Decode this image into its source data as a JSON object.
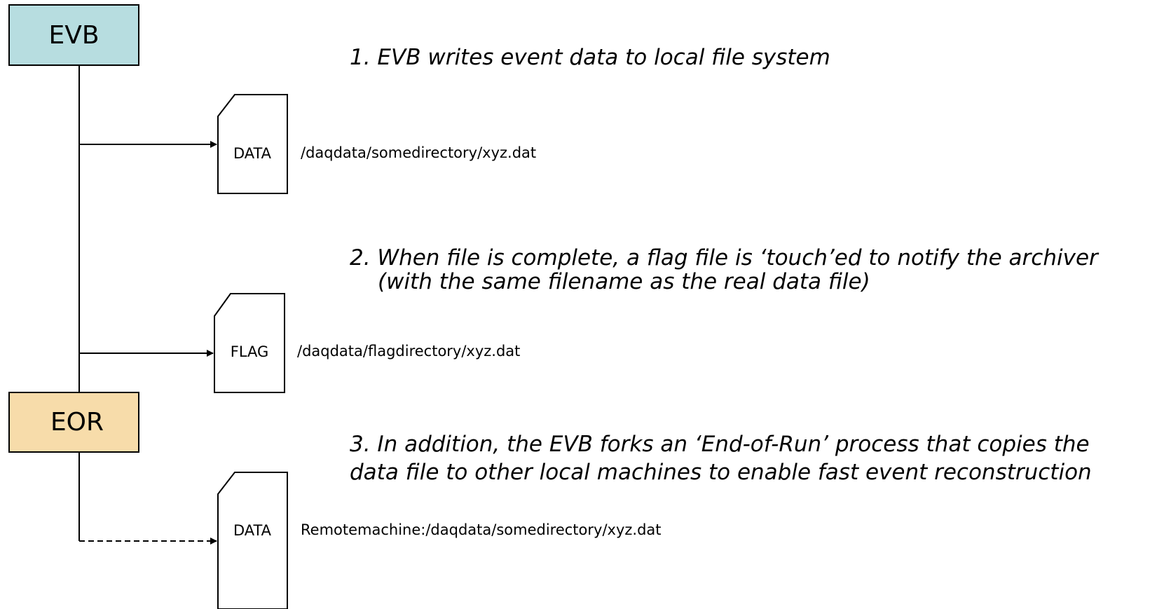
{
  "colors": {
    "evb_fill": "#b7dde0",
    "eor_fill": "#f7dcaa",
    "stroke": "#000000"
  },
  "boxes": {
    "evb": "EVB",
    "eor": "EOR"
  },
  "files": {
    "data1": "DATA",
    "flag": "FLAG",
    "data2": "DATA"
  },
  "paths": {
    "data1": "/daqdata/somedirectory/xyz.dat",
    "flag": "/daqdata/flagdirectory/xyz.dat",
    "data2": "Remotemachine:/daqdata/somedirectory/xyz.dat"
  },
  "steps": {
    "step1": "1. EVB writes event data to local file system",
    "step2_line1": "2. When file is complete, a flag file is ‘touch’ed to notify the archiver",
    "step2_line2": "(with the same filename as the real data file)",
    "step3_line1": "3. In addition, the EVB forks an ‘End-of-Run’ process that copies the",
    "step3_line2": "data file to other local machines to enable fast event reconstruction"
  }
}
